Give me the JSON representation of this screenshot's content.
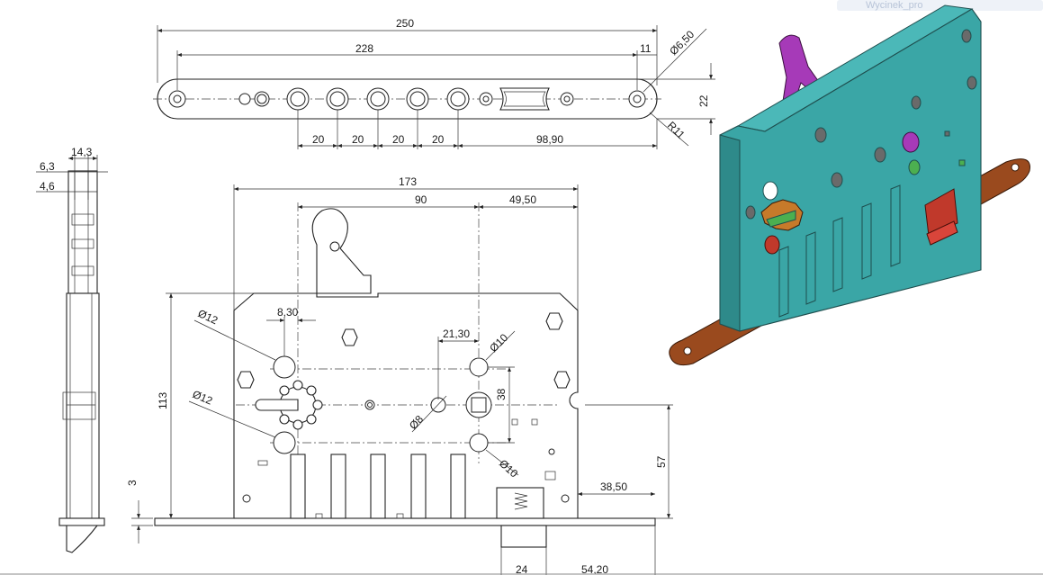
{
  "toolbar": {
    "watermark": "Wycinek_pro"
  },
  "faceplate": {
    "dims": {
      "overall": "250",
      "hole_span": "228",
      "end_offset": "11",
      "hole_dia": "Ø6,50",
      "height": "22",
      "radius": "R11",
      "pitch_1": "20",
      "pitch_2": "20",
      "pitch_3": "20",
      "pitch_4": "20",
      "tail": "98,90"
    }
  },
  "side_view": {
    "dims": {
      "width": "14,3",
      "offset_a": "6,3",
      "offset_b": "4,6",
      "bottom": "3"
    }
  },
  "front_view": {
    "dims": {
      "case_width": "173",
      "cyl_offset": "90",
      "right_offset": "49,50",
      "hole_left_x": "8,30",
      "cyl_pitch": "21,30",
      "dia_12_top": "Ø12",
      "dia_12_bottom": "Ø12",
      "dia_10_top": "Ø10",
      "dia_10_bottom": "Ø10",
      "dia_8": "Ø8",
      "height": "113",
      "backset_pitch": "38",
      "latch_height": "57",
      "latch_x": "38,50",
      "latch_width": "24",
      "front_depth": "54,20"
    }
  },
  "colors": {
    "case": "#3aa6a6",
    "faceplate": "#9a4a1e",
    "lever": "#a63ab8",
    "bolt": "#c0392b",
    "gear": "#c77a2a",
    "green": "#4caf50",
    "watermark_bar": "#eef2f8"
  }
}
